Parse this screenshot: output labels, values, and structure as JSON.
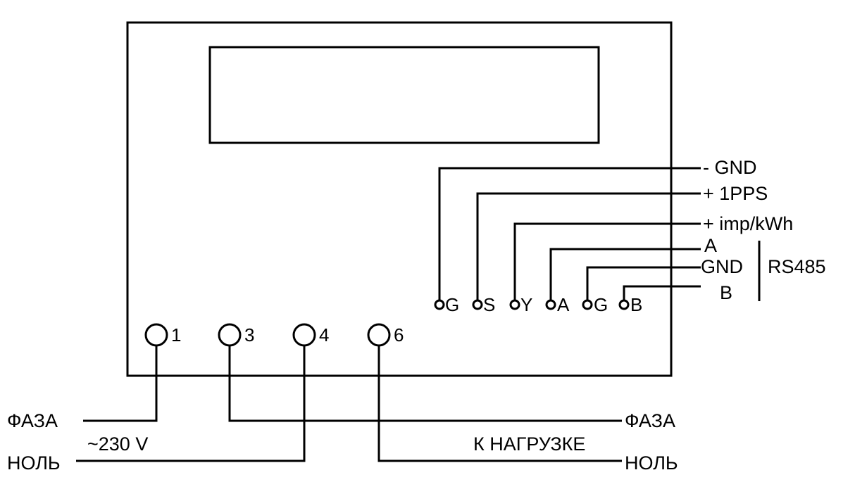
{
  "meter": {
    "terminals": [
      "1",
      "3",
      "4",
      "6"
    ],
    "signal_terminals": [
      "G",
      "S",
      "Y",
      "A",
      "G",
      "B"
    ]
  },
  "signals": {
    "gnd": "- GND",
    "pps": "+ 1PPS",
    "imp": "+ imp/kWh",
    "a": "A",
    "rs_gnd": "GND",
    "b": "B",
    "rs485": "RS485"
  },
  "supply": {
    "phase": "ФАЗА",
    "voltage": "~230 V",
    "neutral": "НОЛЬ"
  },
  "load": {
    "phase": "ФАЗА",
    "title": "К НАГРУЗКЕ",
    "neutral": "НОЛЬ"
  },
  "colors": {
    "line": "#000000",
    "background": "#ffffff"
  }
}
